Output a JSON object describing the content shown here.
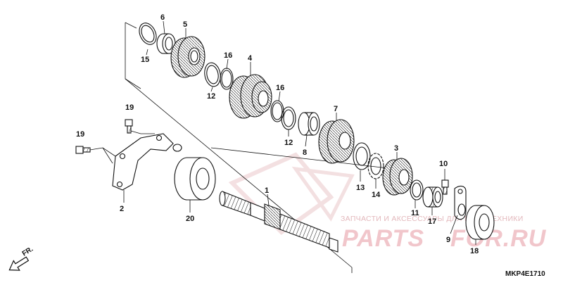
{
  "diagram_code": "MKP4E1710",
  "front_label": "FR.",
  "watermark": {
    "line": "ЗАПЧАСТИ И АКСЕССУАРЫ ДЛЯ МОТОТЕХНИКИ",
    "brand_left": "PARTS",
    "brand_right": "FOR.RU"
  },
  "callouts": {
    "c1": "1",
    "c2": "2",
    "c3": "3",
    "c4": "4",
    "c5": "5",
    "c6": "6",
    "c7": "7",
    "c8": "8",
    "c9": "9",
    "c10": "10",
    "c11": "11",
    "c12a": "12",
    "c12b": "12",
    "c13": "13",
    "c14": "14",
    "c15": "15",
    "c16a": "16",
    "c16b": "16",
    "c17": "17",
    "c18": "18",
    "c19a": "19",
    "c19b": "19",
    "c20": "20"
  },
  "colors": {
    "line": "#111111",
    "watermark": "#f1c6cb",
    "background": "#ffffff"
  }
}
